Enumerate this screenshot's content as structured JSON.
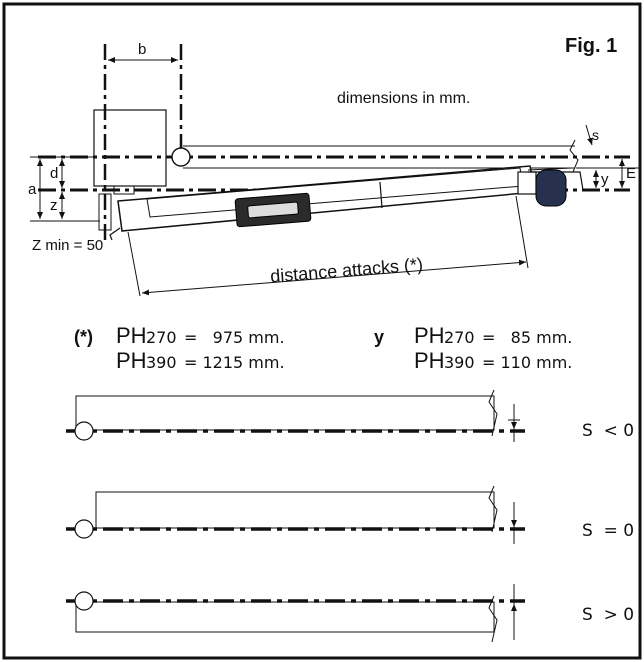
{
  "figure_label": "Fig. 1",
  "units_note": "dimensions in mm.",
  "dim_labels": {
    "b": "b",
    "a": "a",
    "d": "d",
    "z": "z",
    "s": "s",
    "y": "y",
    "E": "E"
  },
  "zmin_label": "Z min = 50",
  "distance_label": "distance attacks (*)",
  "table": {
    "star": {
      "marker": "(*)",
      "rows": [
        {
          "model": "PH",
          "code": "270",
          "value": "=   975 mm."
        },
        {
          "model": "PH",
          "code": "390",
          "value": "= 1215 mm."
        }
      ]
    },
    "y": {
      "marker": "y",
      "rows": [
        {
          "model": "PH",
          "code": "270",
          "value": "=   85 mm."
        },
        {
          "model": "PH",
          "code": "390",
          "value": "= 110 mm."
        }
      ]
    }
  },
  "cases": [
    {
      "label": "S  < 0"
    },
    {
      "label": "S  = 0"
    },
    {
      "label": "S  > 0"
    }
  ]
}
